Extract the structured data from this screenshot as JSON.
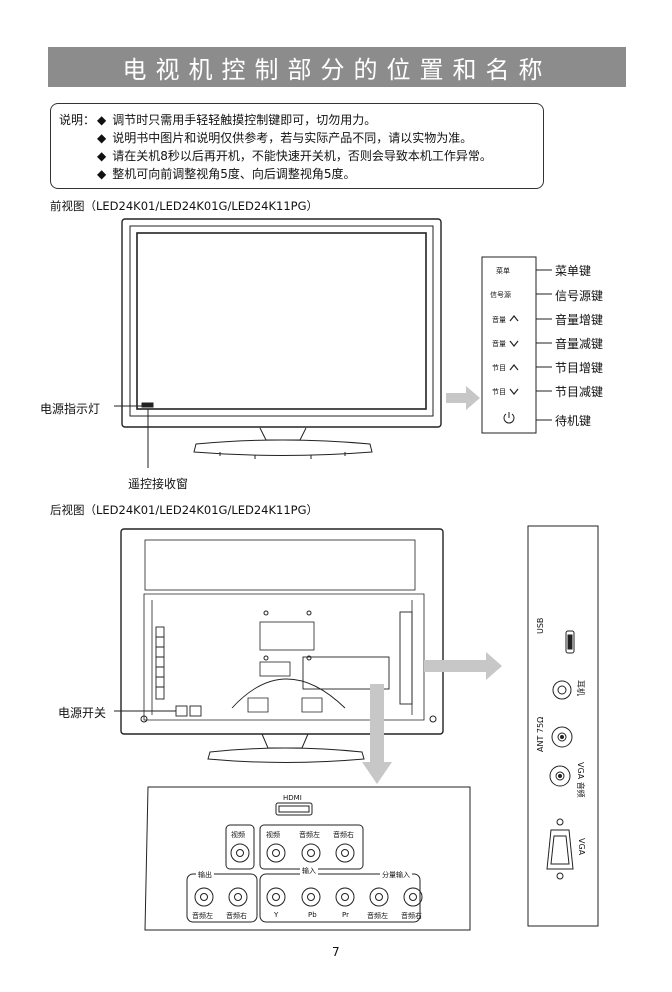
{
  "title": "电视机控制部分的位置和名称",
  "notes": {
    "label": "说明：",
    "items": [
      "调节时只需用手轻轻触摸控制键即可，切勿用力。",
      "说明书中图片和说明仅供参考，若与实际产品不同，请以实物为准。",
      "请在关机8秒以后再开机，不能快速开关机，否则会导致本机工作异常。",
      "整机可向前调整视角5度、向后调整视角5度。"
    ]
  },
  "front": {
    "caption": "前视图（LED24K01/LED24K01G/LED24K11PG）",
    "power_indicator": "电源指示灯",
    "ir_receiver": "遥控接收窗",
    "panel_labels": [
      "菜单",
      "信号源",
      "音量",
      "音量",
      "节目",
      "节目"
    ],
    "keys": [
      "菜单键",
      "信号源键",
      "音量增键",
      "音量减键",
      "节目增键",
      "节目减键",
      "待机键"
    ]
  },
  "rear": {
    "caption": "后视图（LED24K01/LED24K01G/LED24K11PG）",
    "power_switch": "电源开关",
    "side_panel": {
      "usb": "USB",
      "earphone": "耳机",
      "ant": "ANT 75Ω",
      "vga_audio": "VGA 音频",
      "vga": "VGA"
    },
    "bottom_panel": {
      "hdmi": "HDMI",
      "video": "视频",
      "output": "输出",
      "input": "输入",
      "component_input": "分量输入",
      "video2": "视频",
      "audio_left": "音频左",
      "audio_right": "音频右",
      "y": "Y",
      "pb": "Pb",
      "pr": "Pr"
    }
  },
  "page_number": "7"
}
